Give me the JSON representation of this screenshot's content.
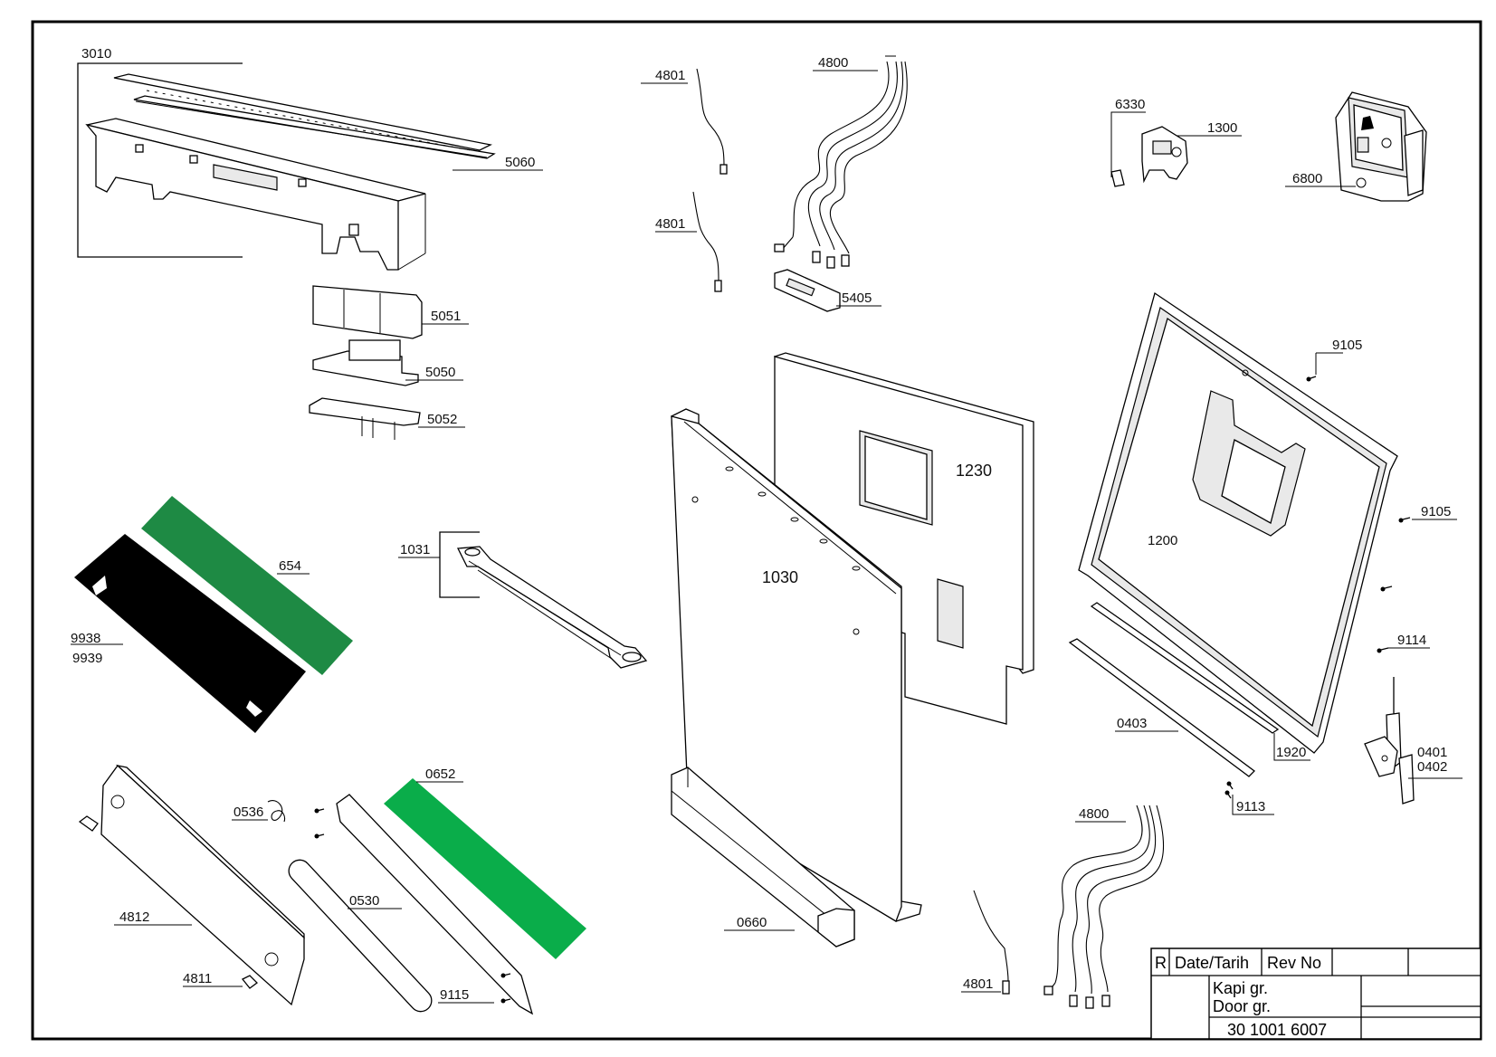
{
  "colors": {
    "frame": "#000000",
    "green_strip_dark": "#1e8a44",
    "green_strip_bright": "#0aad4a",
    "black_strip": "#000000"
  },
  "labels": {
    "p3010": "3010",
    "p5060": "5060",
    "p5051": "5051",
    "p5050": "5050",
    "p5052": "5052",
    "p4801a": "4801",
    "p4801b": "4801",
    "p4801c": "4801",
    "p4800a": "4800",
    "p4800b": "4800",
    "p5405": "5405",
    "p6330": "6330",
    "p1300": "1300",
    "p6800": "6800",
    "p9105a": "9105",
    "p9105b": "9105",
    "p1230": "1230",
    "p1030": "1030",
    "p1200": "1200",
    "p1031": "1031",
    "p654": "654",
    "p9938": "9938",
    "p9939": "9939",
    "p9114": "9114",
    "p0403": "0403",
    "p1920": "1920",
    "p0401": "0401",
    "p0402": "0402",
    "p9113": "9113",
    "p0652": "0652",
    "p0536": "0536",
    "p0530": "0530",
    "p0660": "0660",
    "p4812": "4812",
    "p4811": "4811",
    "p9115": "9115"
  },
  "title_block": {
    "col_r": "R",
    "col_date": "Date/Tarih",
    "col_rev": "Rev No",
    "name_tr": "Kapi gr.",
    "name_en": "Door gr.",
    "drawing_no": "30 1001 6007"
  }
}
